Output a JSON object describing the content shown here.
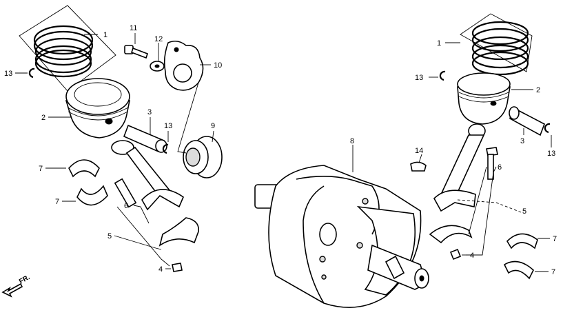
{
  "callouts": {
    "l1": "1",
    "l2": "2",
    "l13a": "13",
    "l11": "11",
    "l12": "12",
    "l10": "10",
    "l3a": "3",
    "l13b": "13",
    "l9": "9",
    "l7a": "7",
    "l7b": "7",
    "l6a": "6",
    "l5a": "5",
    "l4a": "4",
    "l8": "8",
    "l1r": "1",
    "l13r": "13",
    "l2r": "2",
    "l14": "14",
    "l3r": "3",
    "l13rr": "13",
    "l6r": "6",
    "l5r": "5",
    "l4r": "4",
    "l7r1": "7",
    "l7r2": "7"
  },
  "direction_label": "FR."
}
